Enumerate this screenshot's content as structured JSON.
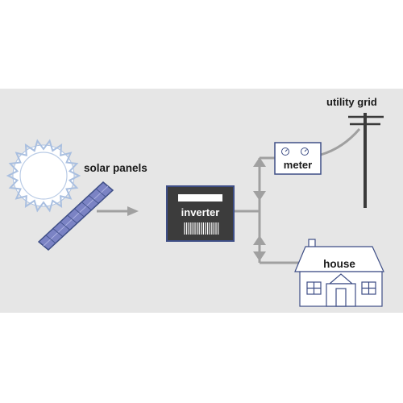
{
  "labels": {
    "solar_panels": "solar panels",
    "inverter": "inverter",
    "meter": "meter",
    "utility_grid": "utility grid",
    "house": "house"
  },
  "colors": {
    "panel_band": "#e6e6e6",
    "flow_line": "#a0a0a0",
    "sun_ray": "#a9bfe0",
    "sun_outline": "#7f9fcf",
    "solar_panel": "#7b83c4",
    "inverter_body": "#3c3c3c",
    "outline_blue": "#3e4e86",
    "pole": "#3a3a3a"
  }
}
